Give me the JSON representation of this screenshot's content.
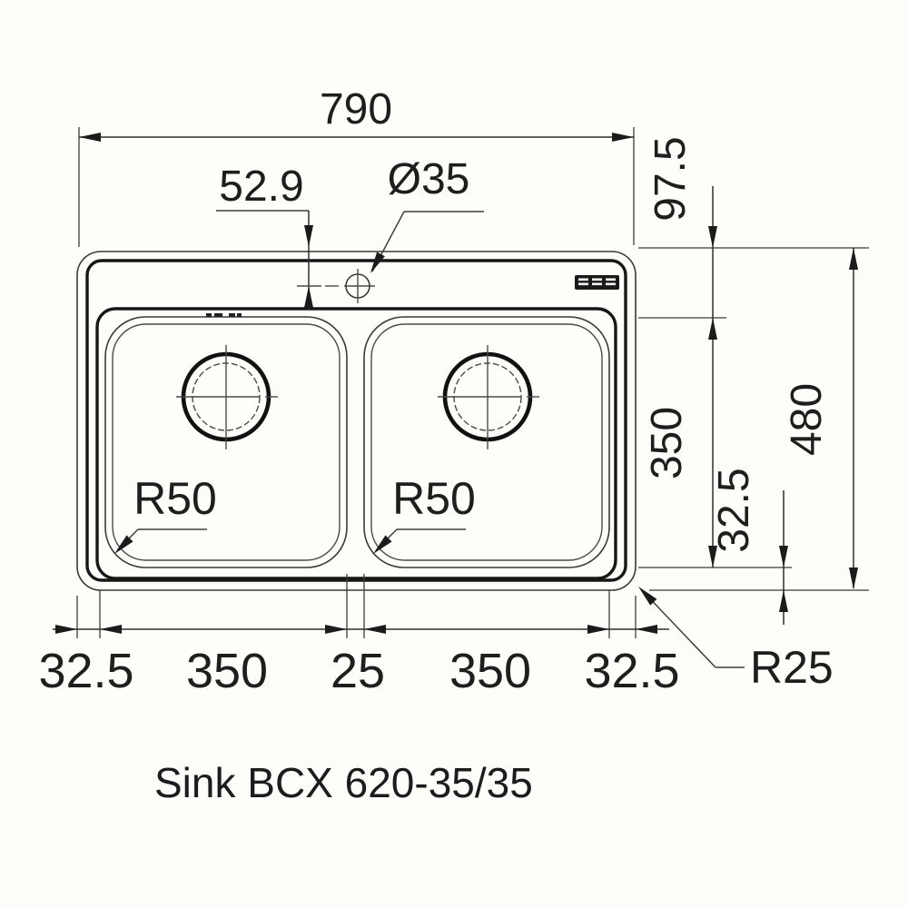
{
  "title": {
    "label": "Sink BCX 620-35/35"
  },
  "drawing_type": "technical dimension drawing, double-bowl inset sink, top view",
  "dims": {
    "overall_width": "790",
    "faucet_offset_from_edge": "52.9",
    "faucet_hole_diameter": "Ø35",
    "edge_to_bowl_top": "97.5",
    "bowl_depth": "350",
    "bowl_to_bottom_edge": "32.5",
    "overall_depth": "480",
    "bowl_corner_radius_left": "R50",
    "bowl_corner_radius_right": "R50",
    "outer_corner_radius": "R25",
    "bottom_chain": [
      "32.5",
      "350",
      "25",
      "350",
      "32.5"
    ]
  },
  "colors": {
    "background": "#fffdfa",
    "line": "#3a3a3a",
    "heavy_line": "#161616",
    "text": "#1e1e1e",
    "logo_badge": "#1a1a1a"
  },
  "icons": {
    "logo_badge": "franke-style three-segment badge"
  }
}
